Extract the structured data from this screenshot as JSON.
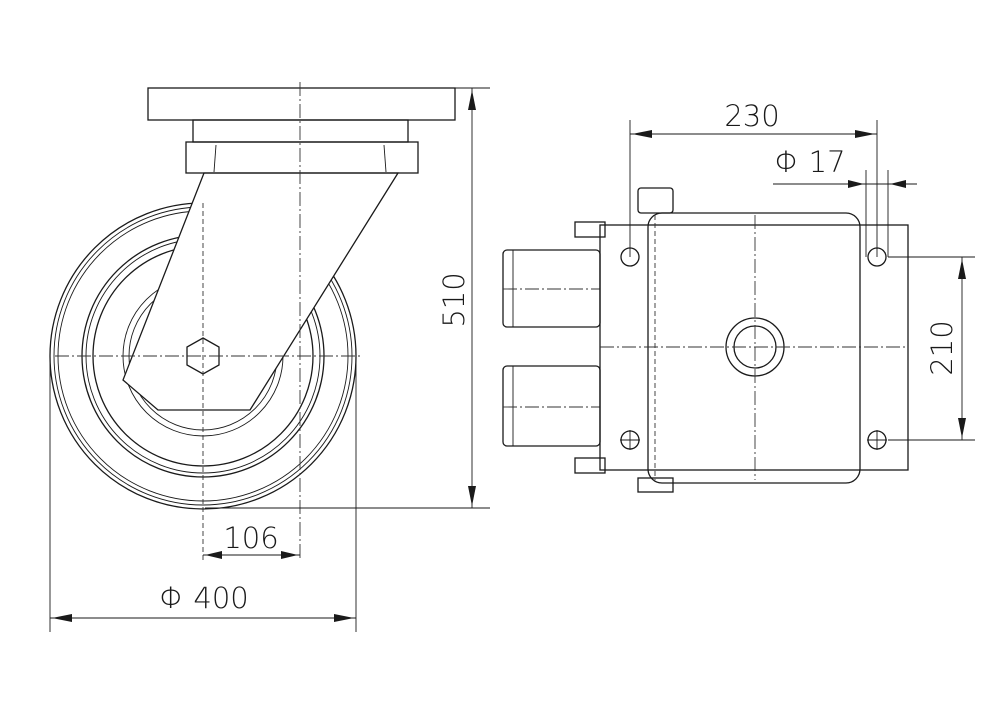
{
  "drawing": {
    "views": [
      "side-view",
      "top-view"
    ],
    "dimensions": {
      "height": "510",
      "offset": "106",
      "wheel_diameter": "Φ 400",
      "bolt_spacing_x": "230",
      "bolt_hole_diameter": "Φ 17",
      "bolt_spacing_y": "210"
    },
    "line_color": "#1a1a1a"
  }
}
